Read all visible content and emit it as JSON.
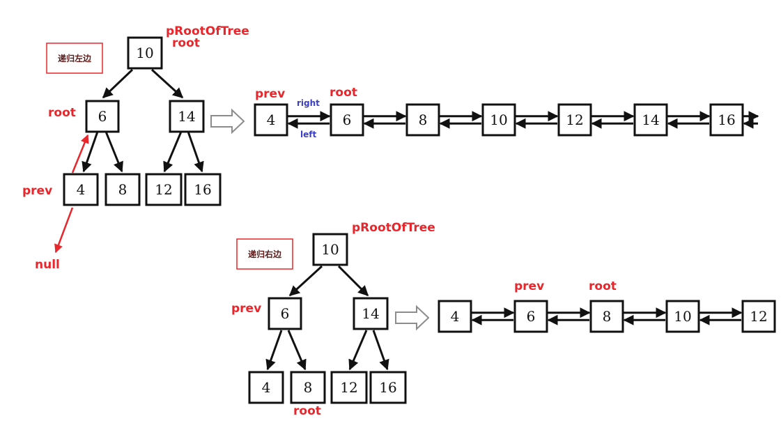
{
  "top": {
    "tag": "递归左边",
    "tree": {
      "root": "10",
      "left": "6",
      "right": "14",
      "ll": "4",
      "lr": "8",
      "rl": "12",
      "rr": "16"
    },
    "labels": {
      "ptr_tree": "pRootOfTree",
      "ptr_root_top": "root",
      "ptr_root_6": "root",
      "ptr_prev_4": "prev",
      "null": "null"
    },
    "list": [
      "4",
      "6",
      "8",
      "10",
      "12",
      "14",
      "16"
    ],
    "list_labels": {
      "prev": "prev",
      "root": "root",
      "right": "right",
      "left": "left"
    }
  },
  "bottom": {
    "tag": "递归右边",
    "tree": {
      "root": "10",
      "left": "6",
      "right": "14",
      "ll": "4",
      "lr": "8",
      "rl": "12",
      "rr": "16"
    },
    "labels": {
      "ptr_tree": "pRootOfTree",
      "ptr_prev_6": "prev",
      "ptr_root_8": "root"
    },
    "list": [
      "4",
      "6",
      "8",
      "10",
      "12"
    ],
    "list_labels": {
      "prev": "prev",
      "root": "root"
    }
  },
  "colors": {
    "annotation_red": "#e8262b",
    "annotation_blue": "#3b3fc7",
    "node_stroke": "#111111"
  }
}
